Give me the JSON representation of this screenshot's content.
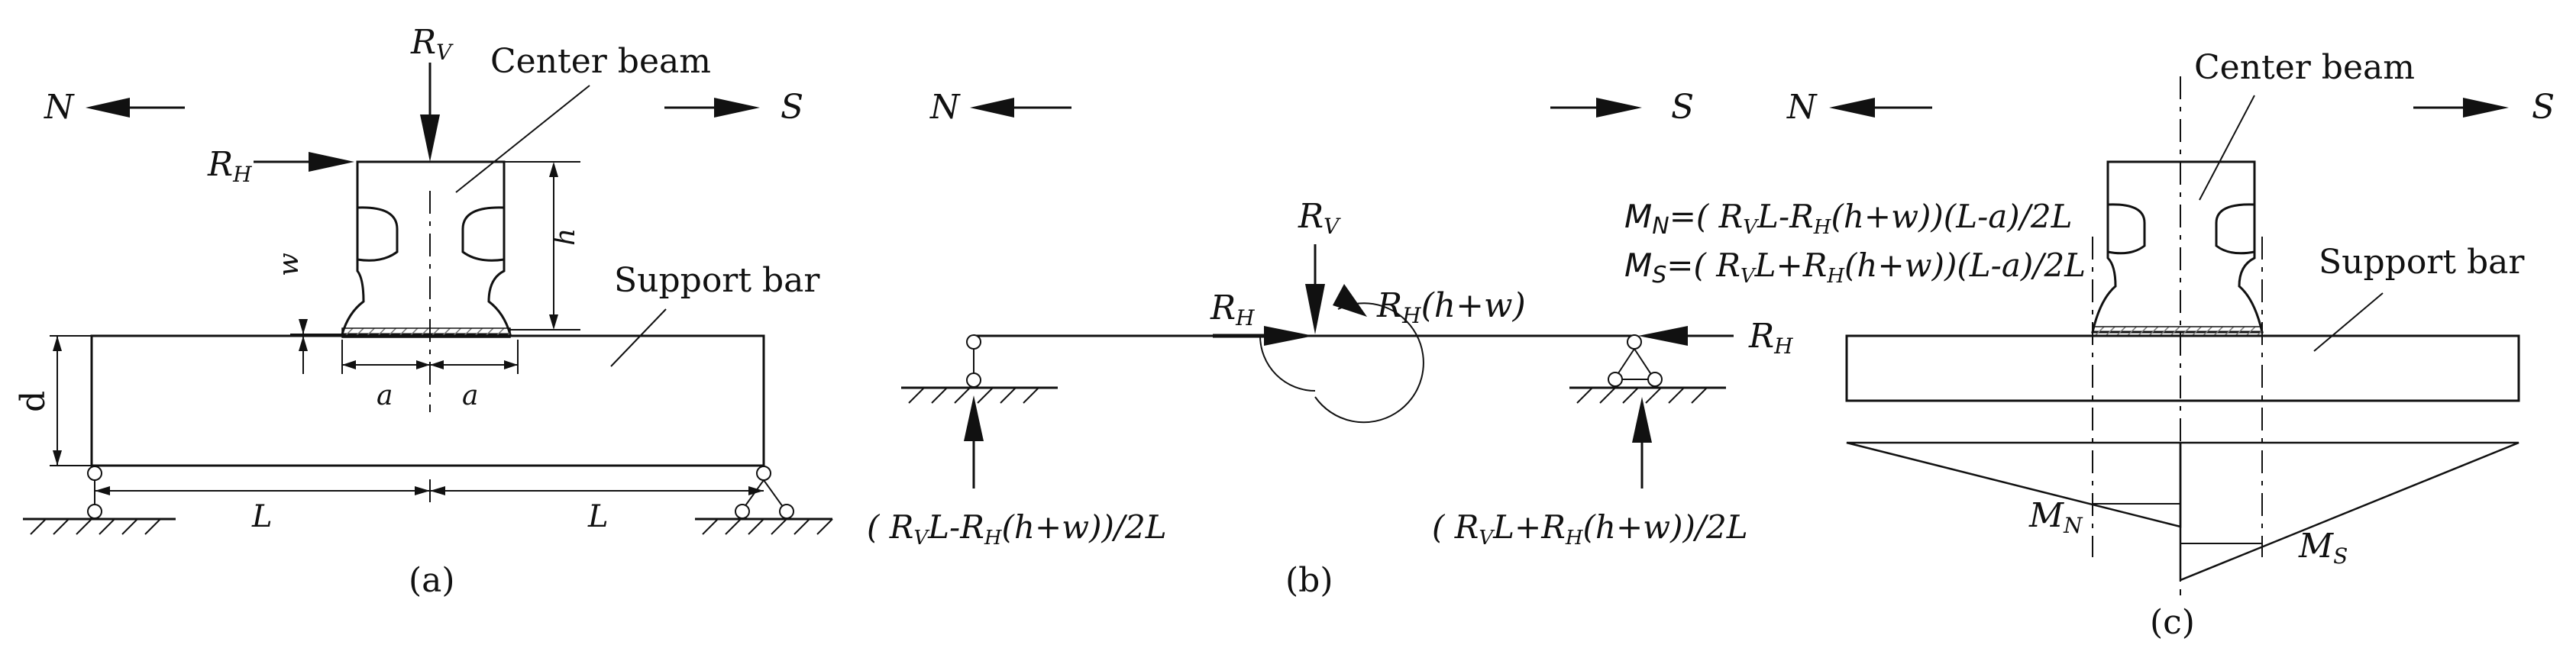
{
  "colors": {
    "line": "#1a1a1a",
    "weld": "#8a8a8a",
    "background": "#ffffff"
  },
  "directions": {
    "north": "N",
    "south": "S"
  },
  "panel_a": {
    "caption": "(a)",
    "rv": "R",
    "rv_sub": "V",
    "rh": "R",
    "rh_sub": "H",
    "center_beam": "Center beam",
    "support_bar": "Support bar",
    "w": "w",
    "h": "h",
    "d": "d",
    "a_left": "a",
    "a_right": "a",
    "l_left": "L",
    "l_right": "L"
  },
  "panel_b": {
    "caption": "(b)",
    "rv": "R",
    "rv_sub": "V",
    "rh_left": "R",
    "rh_left_sub": "H",
    "rh_right": "R",
    "rh_right_sub": "H",
    "moment": "R",
    "moment_sub": "H",
    "moment_tail": "(h+w)",
    "reaction_left": {
      "p1": "( R",
      "s1": "V",
      "p2": "L-R",
      "s2": "H",
      "p3": "(h+w))/2L"
    },
    "reaction_right": {
      "p1": "( R",
      "s1": "V",
      "p2": "L+R",
      "s2": "H",
      "p3": "(h+w))/2L"
    }
  },
  "panel_c": {
    "caption": "(c)",
    "center_beam": "Center beam",
    "support_bar": "Support bar",
    "mn_eq": {
      "m": "M",
      "ms": "N",
      "p1": "=( R",
      "s1": "V",
      "p2": "L-R",
      "s2": "H",
      "p3": "(h+w))(L-a)/2L"
    },
    "ms_eq": {
      "m": "M",
      "ms": "S",
      "p1": "=( R",
      "s1": "V",
      "p2": "L+R",
      "s2": "H",
      "p3": "(h+w))(L-a)/2L"
    },
    "mn_label": "M",
    "mn_sub": "N",
    "ms_label": "M",
    "ms_sub": "S"
  }
}
